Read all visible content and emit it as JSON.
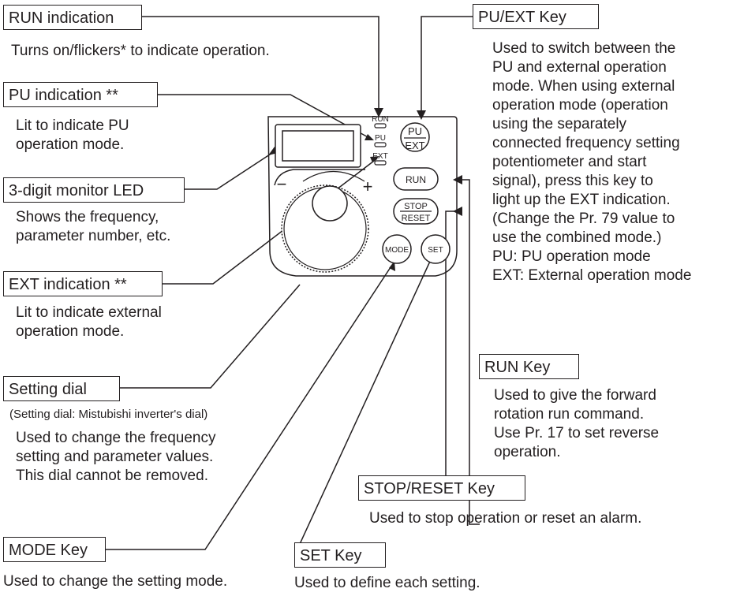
{
  "callouts": {
    "run_indication": {
      "title": "RUN indication",
      "desc": "Turns on/flickers* to indicate operation."
    },
    "pu_indication": {
      "title": "PU indication **",
      "desc": "Lit to indicate PU\noperation mode."
    },
    "monitor_led": {
      "title": "3-digit monitor LED",
      "desc": "Shows the frequency,\nparameter number, etc."
    },
    "ext_indication": {
      "title": "EXT indication **",
      "desc": "Lit to indicate external\noperation mode."
    },
    "setting_dial": {
      "title": "Setting dial",
      "note": "(Setting dial: Mistubishi inverter's dial)",
      "desc": "Used to change the frequency\nsetting and parameter values.\nThis dial cannot be removed."
    },
    "mode_key": {
      "title": "MODE Key",
      "desc": "Used to change the setting mode."
    },
    "pu_ext_key": {
      "title": "PU/EXT Key",
      "desc": "Used to switch between the\nPU and external operation\nmode. When using external\noperation mode (operation\nusing the separately\nconnected frequency setting\npotentiometer and start\nsignal), press this key to\nlight up the EXT indication.\n(Change the Pr. 79 value to\nuse the combined mode.)\nPU: PU operation mode\nEXT: External operation mode"
    },
    "run_key": {
      "title": "RUN Key",
      "desc": "Used to give the forward\nrotation run command.\nUse Pr. 17 to set reverse\noperation."
    },
    "stop_reset_key": {
      "title": "STOP/RESET Key",
      "desc": "Used to stop operation or reset an alarm."
    },
    "set_key": {
      "title": "SET Key",
      "desc": "Used to define each setting."
    }
  },
  "panel": {
    "indicators": {
      "run": "RUN",
      "pu": "PU",
      "ext": "EXT"
    },
    "keys": {
      "pu_top": "PU",
      "pu_bottom": "EXT",
      "run": "RUN",
      "stop": "STOP",
      "reset": "RESET",
      "mode": "MODE",
      "set": "SET"
    },
    "dial_minus": "−",
    "dial_plus": "+"
  }
}
